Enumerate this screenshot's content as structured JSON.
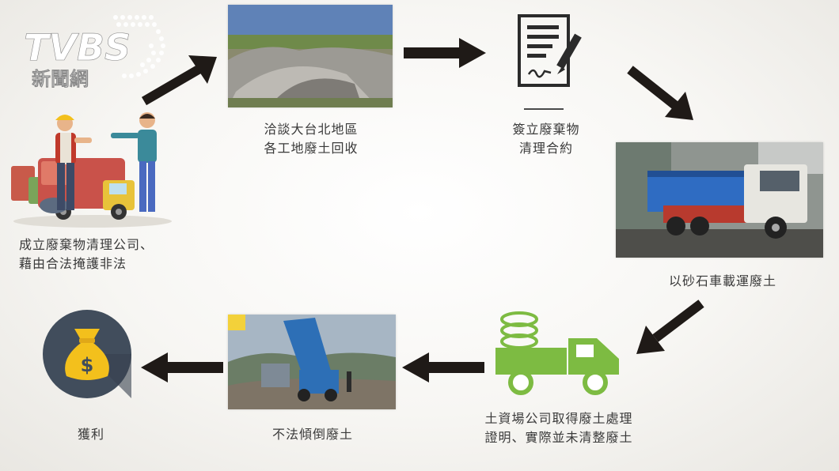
{
  "logo": {
    "brand": "TVBS",
    "sub": "新聞網"
  },
  "steps": {
    "company": "成立廢棄物清理公司、\n藉由合法掩護非法",
    "negotiate": "洽談大台北地區\n各工地廢土回收",
    "contract": "簽立廢棄物\n清理合約",
    "transport": "以砂石車載運廢土",
    "certificate": "土資場公司取得廢土處理\n證明、實際並未清整廢土",
    "dump": "不法傾倒廢土",
    "profit": "獲利"
  },
  "colors": {
    "arrow": "#1f1a17",
    "truck_green": "#7dbb42",
    "money_circle": "#414d5c",
    "bag": "#f3c01c"
  }
}
